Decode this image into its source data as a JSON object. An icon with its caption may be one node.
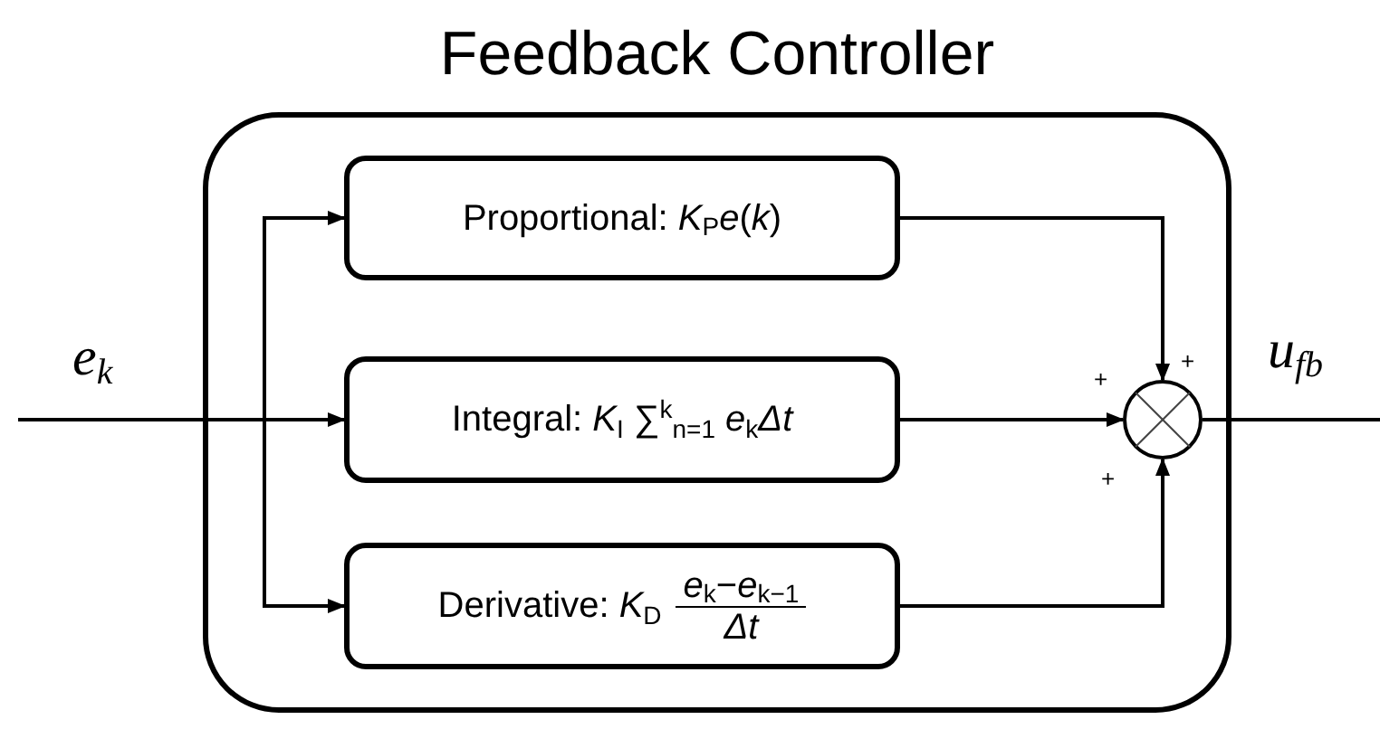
{
  "diagram": {
    "nodes": [
      {
        "text": [
          "Feedback Controller"
        ]
      },
      {
        "text": [
          "Proportional: *K*$_{P}$*e*(*k*)"
        ],
        "in": 0
      },
      {
        "text": [
          "Integral: *K*$_{I}$ ∑$^{k}$$_{n=1}$ *e*$_{k}$*Δt*"
        ],
        "in": 0
      },
      {
        "text": [
          "Derivative: *K*$_{D}$",
          "*e*$_{k}$−*e*$_{k−1}$",
          "*Δt*"
        ],
        "in": 0
      },
      {
        "text": [],
        "shape": "circle",
        "in": 0
      }
    ],
    "edges": [
      {
        "from": null,
        "to": 1,
        "arrow": "to"
      },
      {
        "from": null,
        "to": 2,
        "arrow": "to",
        "label": "*e*$_{k}$"
      },
      {
        "from": null,
        "to": 3,
        "arrow": "to"
      },
      {
        "from": 1,
        "to": 4,
        "arrow": "to"
      },
      {
        "from": 2,
        "to": 4,
        "arrow": "to"
      },
      {
        "from": 3,
        "to": 4,
        "arrow": "to"
      },
      {
        "from": 4,
        "to": null,
        "arrow": "none",
        "label": "*u*$_{fb}$"
      }
    ],
    "labels": [
      "+",
      "+",
      "+"
    ]
  }
}
